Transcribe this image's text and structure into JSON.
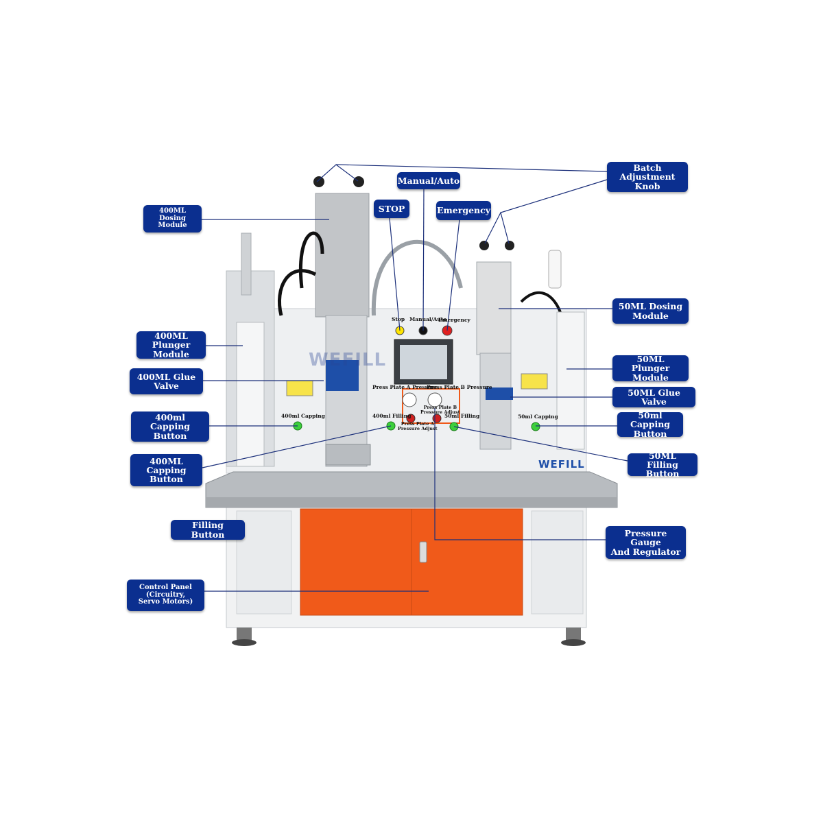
{
  "brand": {
    "logo_text": "WEFILL",
    "callout_color": "#0b2f8f",
    "cabinet_color": "#f05a1a"
  },
  "callouts": {
    "batch_adjustment_knob": "Batch Adjustment\nKnob",
    "manual_auto": "Manual/Auto",
    "stop": "STOP",
    "emergency": "Emergency",
    "dosing_400ml": "400ML\nDosing Module",
    "plunger_400ml": "400ML Plunger\nModule",
    "glue_valve_400ml": "400ML Glue\nValve",
    "capping_button_400ml_a": "400ml Capping\nButton",
    "capping_button_400ml_b": "400ML Capping\nButton",
    "filling_button": "Filling Button",
    "control_panel": "Control Panel\n(Circuitry,\nServo Motors)",
    "dosing_50ml": "50ML Dosing\nModule",
    "plunger_50ml": "50ML  Plunger\nModule",
    "glue_valve_50ml": "50ML Glue Valve",
    "capping_button_50ml": "50ml Capping\nButton",
    "filling_button_50ml": "50ML\nFilling Button",
    "pressure_gauge": "Pressure Gauge\nAnd Regulator"
  },
  "machine_labels": {
    "stop": "Stop",
    "manual_auto": "Manual/Auto",
    "emergency": "Emergency",
    "press_plate_a_pressure": "Press Plate A Pressure",
    "press_plate_b_pressure": "Press Plate B Pressure",
    "press_plate_b_adjust": "Press Plate B\nPressure Adjust",
    "press_plate_a_adjust": "Press Plate A\nPressure Adjust",
    "capping_400ml": "400ml Capping",
    "filling_400ml": "400ml Filling",
    "filling_50ml": "50ml Filling",
    "capping_50ml": "50ml Capping"
  }
}
